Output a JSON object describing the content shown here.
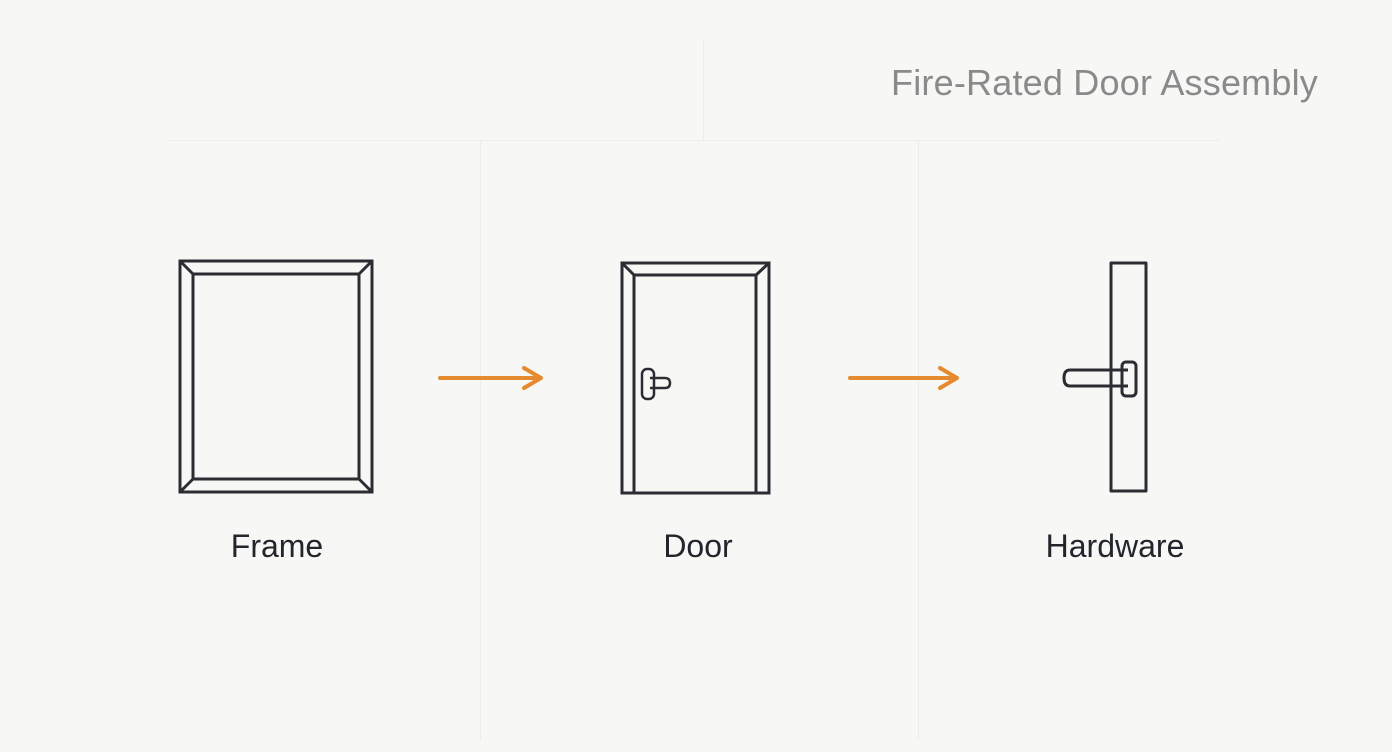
{
  "title": "Fire-Rated Door Assembly",
  "steps": [
    {
      "label": "Frame",
      "icon": "door-frame-icon"
    },
    {
      "label": "Door",
      "icon": "door-icon"
    },
    {
      "label": "Hardware",
      "icon": "door-handle-hardware-icon"
    }
  ],
  "connectors": [
    {
      "from": "Frame",
      "to": "Door",
      "icon": "arrow-right-icon"
    },
    {
      "from": "Door",
      "to": "Hardware",
      "icon": "arrow-right-icon"
    }
  ],
  "colors": {
    "background": "#f7f7f6",
    "line": "#2b2d33",
    "arrow": "#e58a2f",
    "title": "#8a8a8a",
    "label": "#22252b"
  }
}
